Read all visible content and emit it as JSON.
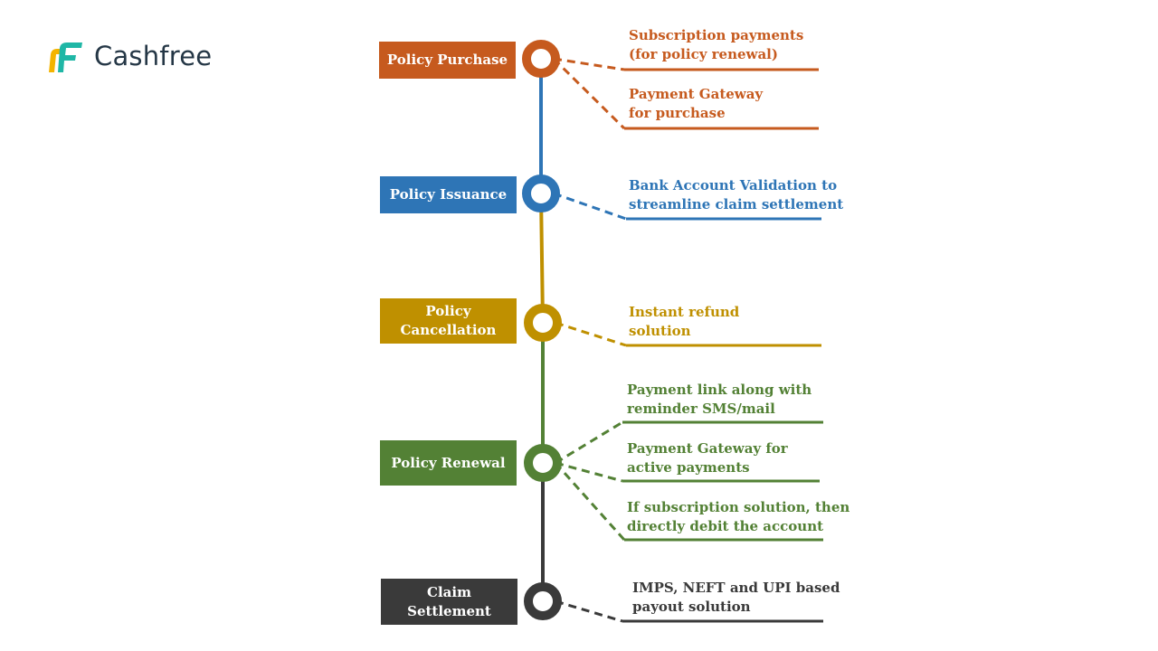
{
  "brand": {
    "name": "Cashfree"
  },
  "colors": {
    "purchase": "#C65A1E",
    "issuance": "#2E75B6",
    "cancellation": "#BF9000",
    "renewal": "#538135",
    "settlement": "#3A3A3A"
  },
  "stages": [
    {
      "label": "Policy Purchase",
      "color": "#C65A1E",
      "notes": [
        "Subscription payments\n(for policy renewal)",
        "Payment Gateway\nfor purchase"
      ]
    },
    {
      "label": "Policy Issuance",
      "color": "#2E75B6",
      "notes": [
        "Bank Account Validation to\nstreamline claim settlement"
      ]
    },
    {
      "label": "Policy\nCancellation",
      "color": "#BF9000",
      "notes": [
        "Instant refund\nsolution"
      ]
    },
    {
      "label": "Policy Renewal",
      "color": "#538135",
      "notes": [
        "Payment link along with\nreminder SMS/mail",
        "Payment Gateway for\nactive payments",
        "If subscription solution, then\ndirectly debit the account"
      ]
    },
    {
      "label": "Claim\nSettlement",
      "color": "#3A3A3A",
      "notes": [
        "IMPS, NEFT and UPI based\npayout solution"
      ]
    }
  ]
}
